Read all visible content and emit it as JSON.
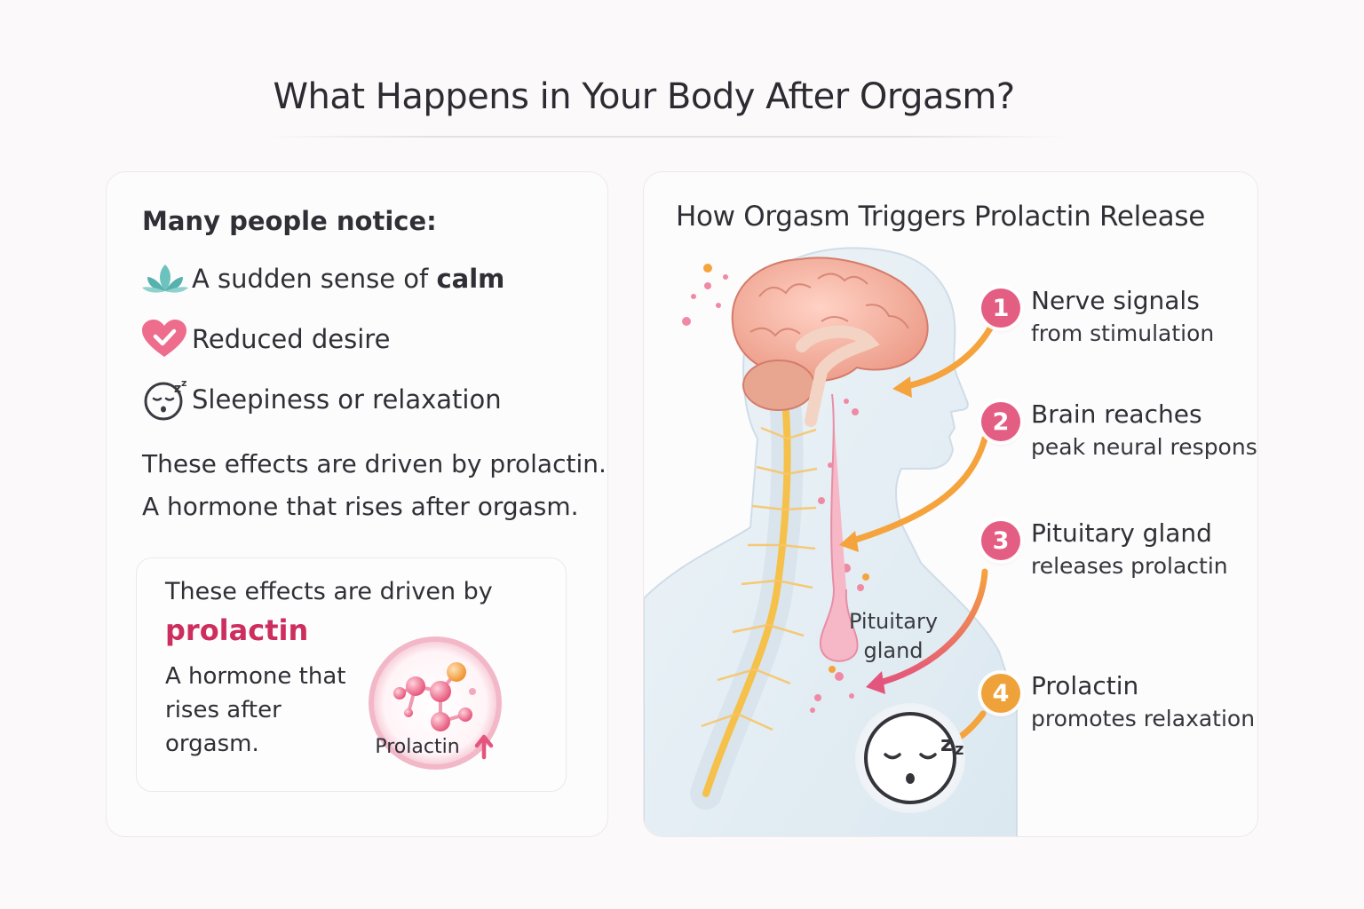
{
  "title": "What Happens in Your Body After Orgasm?",
  "left_panel": {
    "heading": "Many people notice:",
    "symptoms": [
      {
        "icon": "lotus-icon",
        "text_before": "A sudden sense of ",
        "text_bold": "calm"
      },
      {
        "icon": "heart-check-icon",
        "text_before": "Reduced desire",
        "text_bold": ""
      },
      {
        "icon": "sleepy-face-icon",
        "text_before": "Sleepiness or relaxation",
        "text_bold": ""
      }
    ],
    "driven_line1": "These effects are driven by prolactin.",
    "driven_line2": "A hormone that rises after orgasm.",
    "card": {
      "line1": "These effects are driven by",
      "highlight": "prolactin",
      "desc_lines": [
        "A hormone that",
        "rises after",
        "orgasm."
      ],
      "molecule_label": "Prolactin"
    }
  },
  "right_panel": {
    "heading": "How Orgasm Triggers Prolactin Release",
    "pituitary_label_lines": [
      "Pituitary",
      "gland"
    ],
    "steps": [
      {
        "number": "1",
        "line1": "Nerve signals",
        "line2": "from stimulation",
        "color": "#e45d82"
      },
      {
        "number": "2",
        "line1": "Brain reaches",
        "line2": "peak neural response",
        "color": "#e45d82"
      },
      {
        "number": "3",
        "line1": "Pituitary gland",
        "line2": "releases prolactin",
        "color": "#e45d82"
      },
      {
        "number": "4",
        "line1": "Prolactin",
        "line2": "promotes relaxation",
        "color": "#f0a23a"
      }
    ]
  },
  "colors": {
    "accent_pink": "#cc2e5d",
    "badge_pink": "#e45d82",
    "badge_orange": "#f0a23a",
    "lotus_teal": "#5bb8b4",
    "arrow_orange": "#f5a33c"
  }
}
